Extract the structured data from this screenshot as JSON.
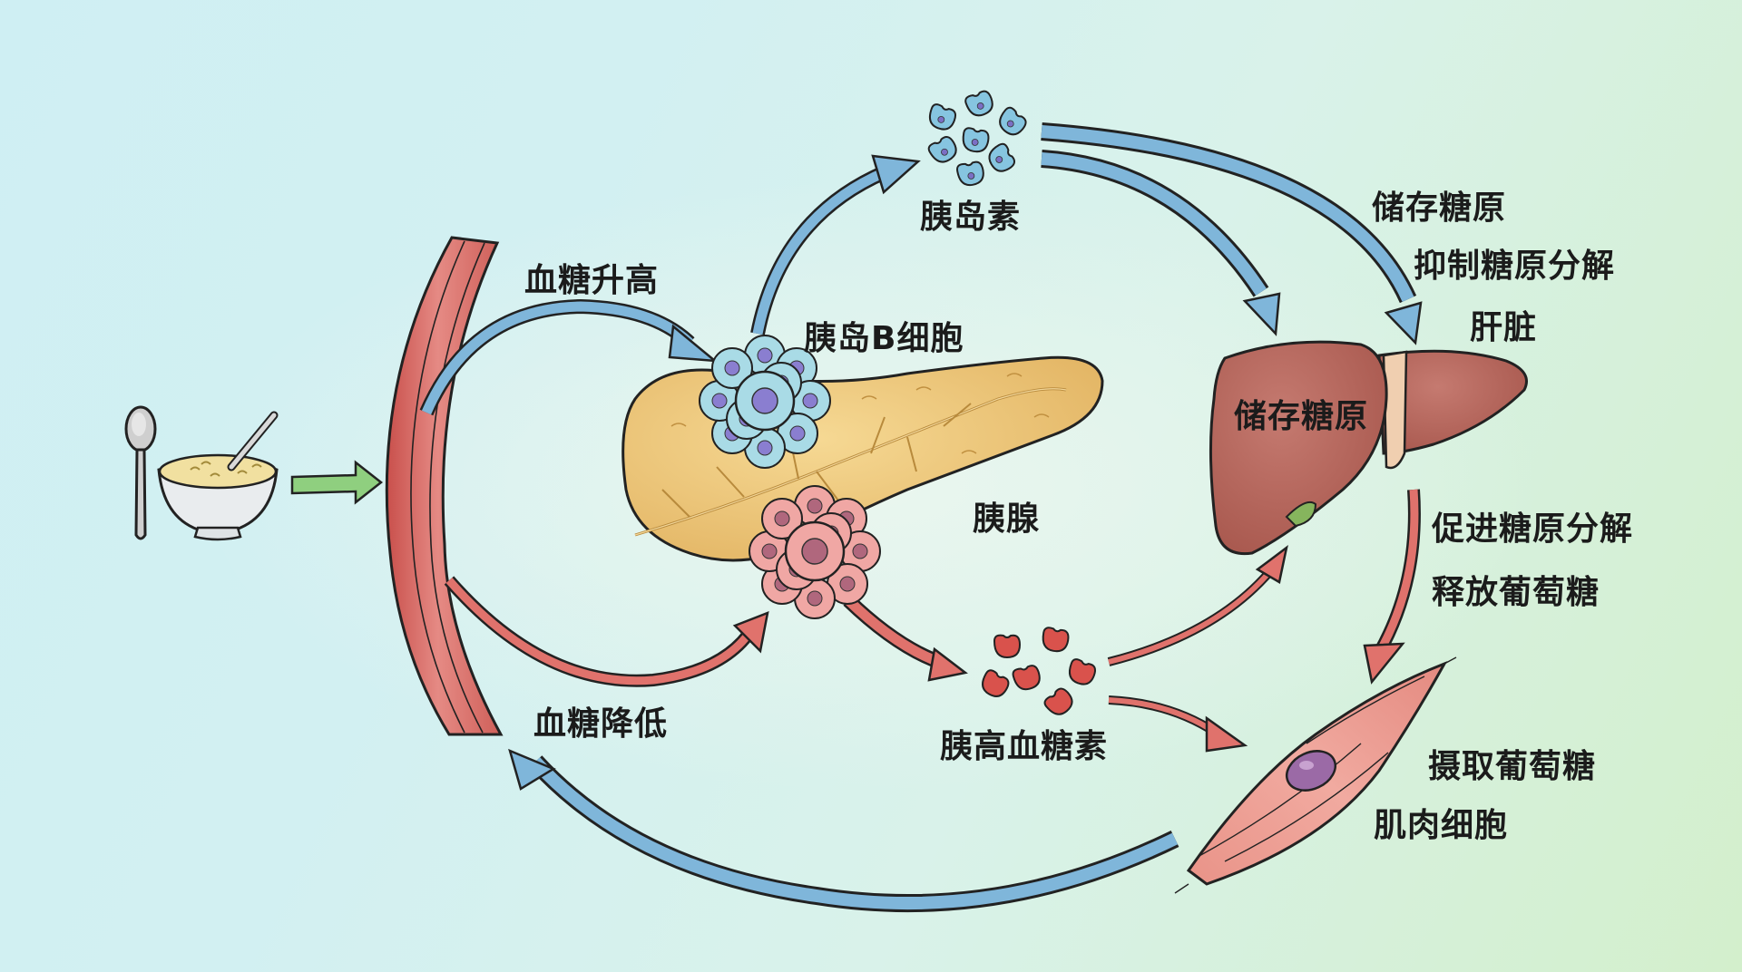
{
  "title": "血糖调节示意图",
  "labels": {
    "blood_sugar_rise": "血糖升高",
    "islet_b_cell": "胰岛B细胞",
    "insulin": "胰岛素",
    "pancreas": "胰腺",
    "glucagon": "胰高血糖素",
    "blood_sugar_fall": "血糖降低",
    "liver_store_glycogen": "储存糖原",
    "store_glycogen": "储存糖原",
    "inhibit_glycogenolysis": "抑制糖原分解",
    "liver": "肝脏",
    "promote_glycogenolysis": "促进糖原分解",
    "release_glucose": "释放葡萄糖",
    "uptake_glucose": "摄取葡萄糖",
    "muscle_cell": "肌肉细胞"
  },
  "colors": {
    "insulin_arrow": "#7fb6da",
    "glucagon_arrow": "#e0726c",
    "food_arrow": "#8fcf7f",
    "liver": "#b5665c",
    "pancreas": "#edc67a",
    "blood_vessel": "#d9706a",
    "muscle": "#e99b90",
    "outline": "#1b1b1b"
  },
  "nodes": [
    {
      "id": "food",
      "name": "食物（粥）"
    },
    {
      "id": "blood-vessel",
      "name": "血管"
    },
    {
      "id": "pancreas",
      "name": "胰腺"
    },
    {
      "id": "beta-cells",
      "name": "胰岛B细胞"
    },
    {
      "id": "alpha-cells",
      "name": "胰岛A细胞"
    },
    {
      "id": "insulin",
      "name": "胰岛素"
    },
    {
      "id": "glucagon",
      "name": "胰高血糖素"
    },
    {
      "id": "liver",
      "name": "肝脏"
    },
    {
      "id": "muscle",
      "name": "肌肉细胞"
    }
  ],
  "edges": [
    {
      "from": "food",
      "to": "blood-vessel",
      "type": "food"
    },
    {
      "from": "blood-vessel",
      "to": "beta-cells",
      "type": "insulin",
      "label": "血糖升高"
    },
    {
      "from": "blood-vessel",
      "to": "alpha-cells",
      "type": "glucagon",
      "label": "血糖降低"
    },
    {
      "from": "beta-cells",
      "to": "insulin",
      "type": "insulin"
    },
    {
      "from": "insulin",
      "to": "liver",
      "type": "insulin"
    },
    {
      "from": "insulin",
      "to": "liver",
      "type": "insulin",
      "label": "储存糖原 / 抑制糖原分解"
    },
    {
      "from": "alpha-cells",
      "to": "glucagon",
      "type": "glucagon"
    },
    {
      "from": "glucagon",
      "to": "liver",
      "type": "glucagon"
    },
    {
      "from": "glucagon",
      "to": "muscle",
      "type": "glucagon"
    },
    {
      "from": "liver",
      "to": "muscle",
      "type": "glucagon",
      "label": "促进糖原分解 / 释放葡萄糖"
    },
    {
      "from": "muscle",
      "to": "blood-vessel",
      "type": "insulin"
    }
  ]
}
